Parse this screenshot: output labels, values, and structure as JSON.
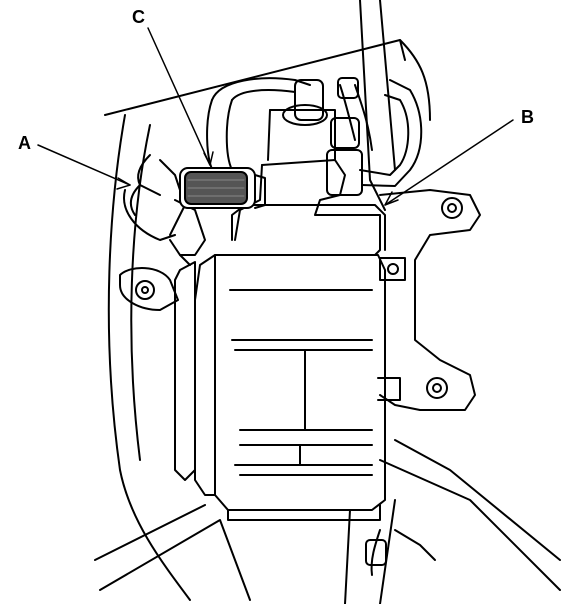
{
  "diagram": {
    "callouts": {
      "a": "A",
      "b": "B",
      "c": "C"
    },
    "ink_color": "#000000",
    "background_color": "#ffffff"
  }
}
